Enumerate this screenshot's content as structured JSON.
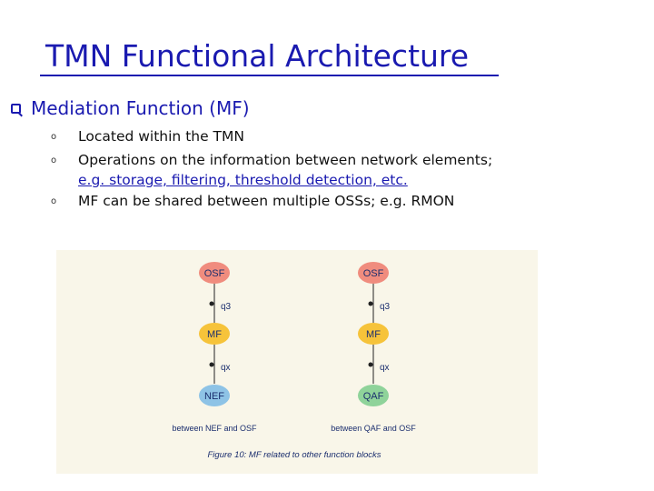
{
  "slide": {
    "title": "TMN Functional Architecture",
    "bullet": "Mediation Function (MF)",
    "subbullets": {
      "s1": "Located within the TMN",
      "s2": "Operations on the information between network elements;",
      "s2_cont": "e.g. storage, filtering, threshold detection, etc.",
      "s3": "MF can be shared between multiple OSSs; e.g. RMON"
    }
  },
  "figure": {
    "left": {
      "top_block": "OSF",
      "ref1": "q3",
      "mid_block": "MF",
      "ref2": "qx",
      "bottom_block": "NEF",
      "caption": "between NEF and OSF"
    },
    "right": {
      "top_block": "OSF",
      "ref1": "q3",
      "mid_block": "MF",
      "ref2": "qx",
      "bottom_block": "QAF",
      "caption": "between QAF and OSF"
    },
    "figure_caption": "Figure 10: MF related to other function blocks",
    "colors": {
      "osf": "#f08c7e",
      "mf": "#f6c33a",
      "nef": "#8ec3e6",
      "qaf": "#8fd39a",
      "line": "#222222",
      "background": "#f9f6e9"
    }
  }
}
